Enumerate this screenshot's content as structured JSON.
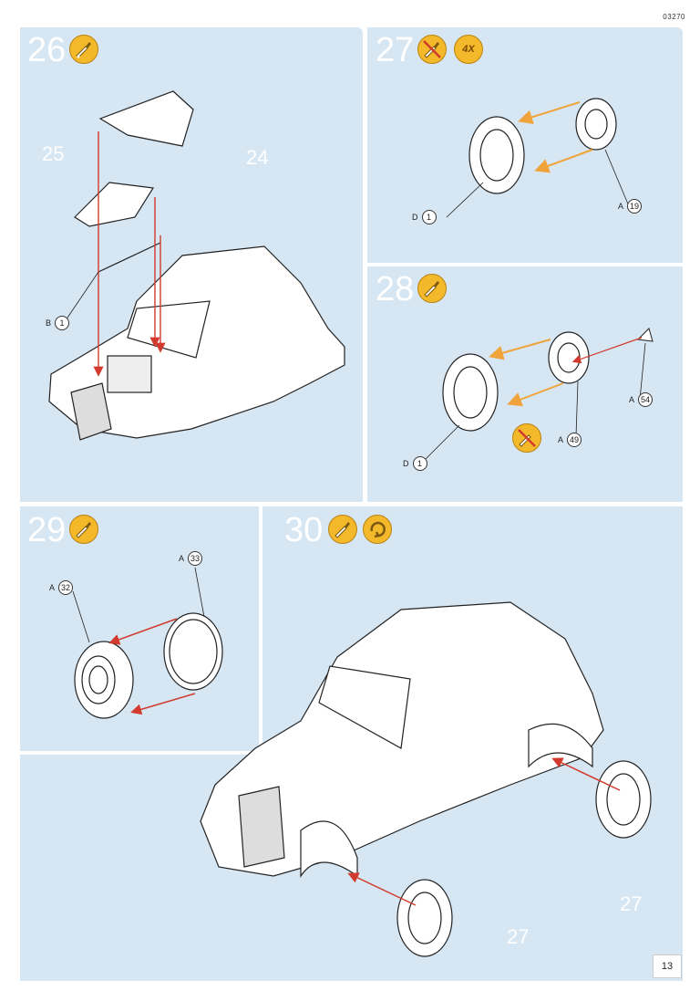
{
  "header": {
    "code": "03270"
  },
  "steps": [
    {
      "num": "26",
      "labels": [
        {
          "letter": "B",
          "n": "1"
        }
      ],
      "refs": [
        "25",
        "24"
      ]
    },
    {
      "num": "27",
      "quantity": "4X",
      "labels": [
        {
          "letter": "D",
          "n": "1"
        },
        {
          "letter": "A",
          "n": "19"
        }
      ]
    },
    {
      "num": "28",
      "labels": [
        {
          "letter": "D",
          "n": "1"
        },
        {
          "letter": "A",
          "n": "49"
        },
        {
          "letter": "A",
          "n": "54"
        }
      ]
    },
    {
      "num": "29",
      "labels": [
        {
          "letter": "A",
          "n": "32"
        },
        {
          "letter": "A",
          "n": "33"
        }
      ]
    },
    {
      "num": "30",
      "refs": [
        "27",
        "27"
      ]
    }
  ],
  "icons": {
    "glue": "glue-icon",
    "no_glue": "no-glue-icon",
    "turn_over": "turn-over-icon"
  },
  "colors": {
    "panel": "#d6e6f3",
    "badge": "#f3b92b",
    "arrow_red": "#d13a2c",
    "arrow_orange": "#f0a33a"
  },
  "footer": {
    "page": "13"
  }
}
